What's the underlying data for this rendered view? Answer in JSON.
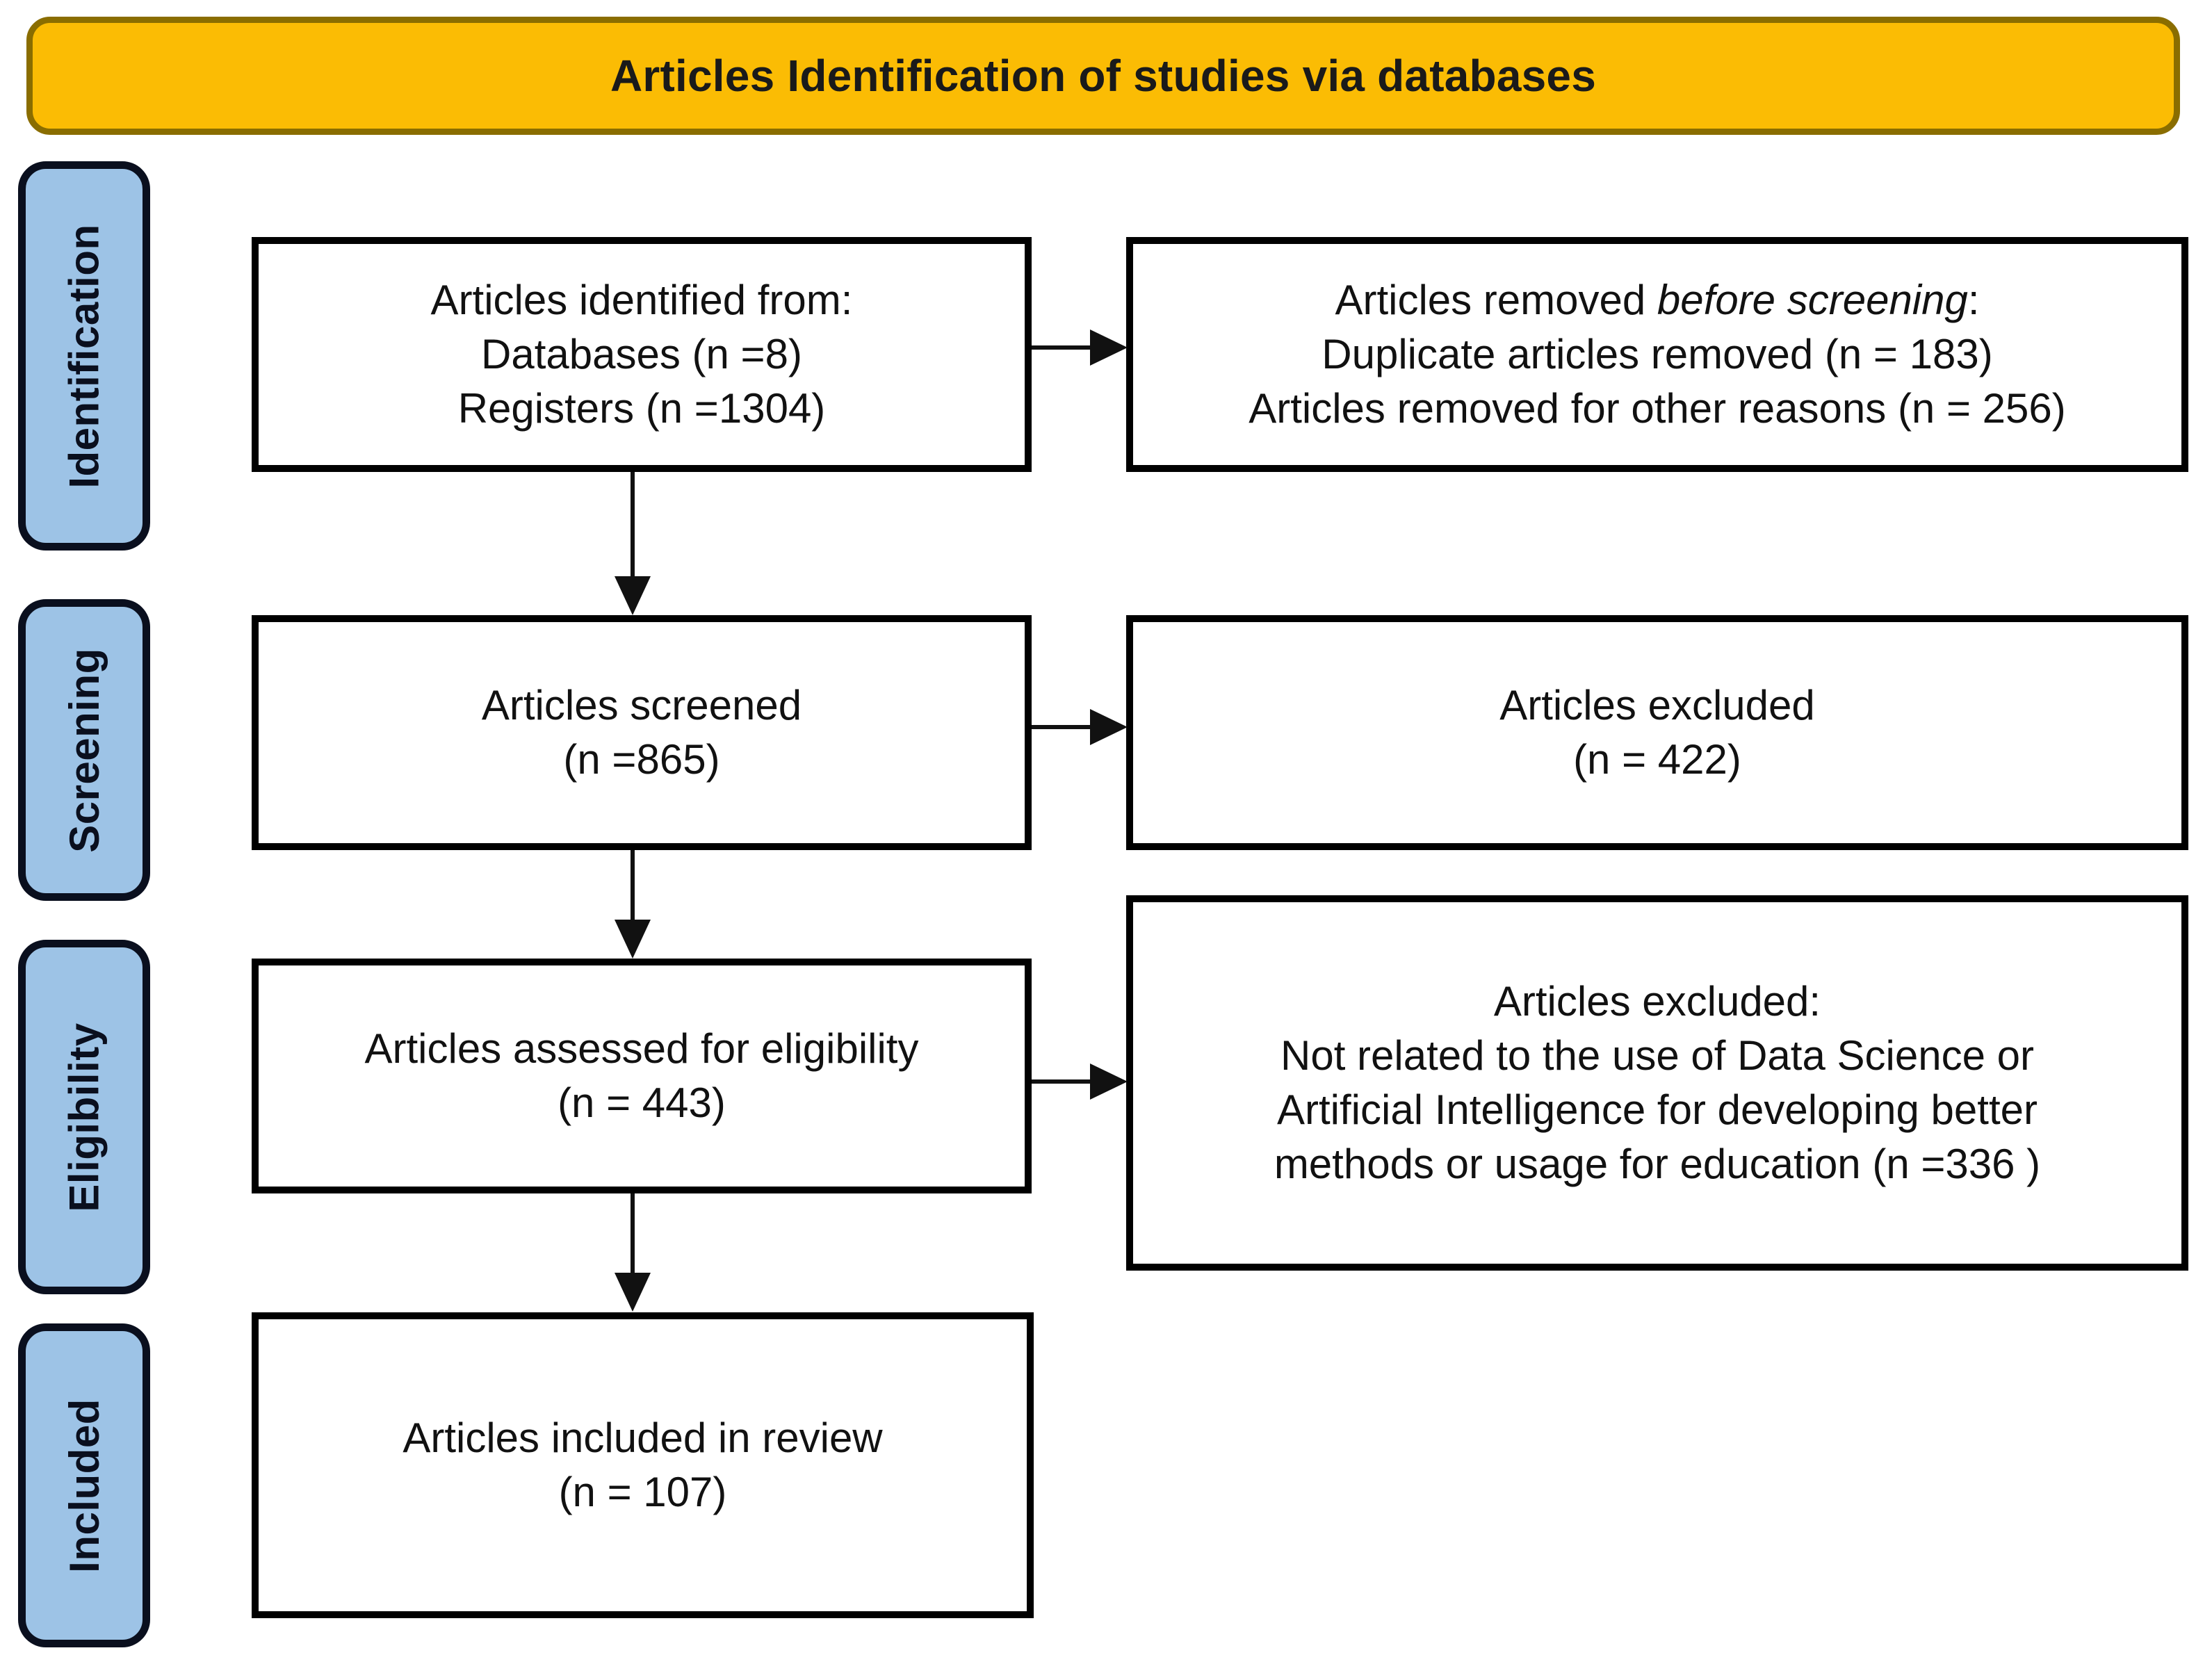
{
  "header": {
    "title": "Articles Identification of studies via databases",
    "fill_color": "#FBBC04",
    "border_color": "#8A6D00"
  },
  "stages": {
    "fill_color": "#9DC3E6",
    "border_color": "#0A0F1E",
    "items": [
      {
        "key": "identification",
        "label": "Identification"
      },
      {
        "key": "screening",
        "label": "Screening"
      },
      {
        "key": "eligibility",
        "label": "Eligibility"
      },
      {
        "key": "included",
        "label": "Included"
      }
    ]
  },
  "boxes": {
    "identified": {
      "lines": [
        "Articles identified from:",
        "Databases (n =8)",
        "Registers (n =1304)"
      ]
    },
    "removed": {
      "line1_prefix": "Articles removed ",
      "line1_italic": "before screening",
      "line1_suffix": ":",
      "line2": "Duplicate articles removed (n = 183)",
      "line3": "Articles removed for other reasons (n = 256)"
    },
    "screened": {
      "lines": [
        "Articles screened",
        "(n =865)"
      ]
    },
    "excluded_screening": {
      "lines": [
        "Articles excluded",
        "(n = 422)"
      ]
    },
    "assessed": {
      "lines": [
        "Articles assessed for eligibility",
        "(n = 443)"
      ]
    },
    "excluded_eligibility": {
      "lines": [
        "Articles excluded:",
        "Not related to the use of Data Science or",
        "Artificial Intelligence for developing better",
        "methods or usage for education (n =336 )"
      ]
    },
    "included": {
      "lines": [
        "Articles included in review",
        "(n = 107)"
      ]
    }
  },
  "counts": {
    "databases": 8,
    "registers": 1304,
    "duplicates_removed": 183,
    "other_reasons_removed": 256,
    "screened": 865,
    "excluded_screening": 422,
    "assessed_for_eligibility": 443,
    "excluded_eligibility": 336,
    "included_in_review": 107
  },
  "arrows": [
    {
      "name": "identified-to-screened",
      "direction": "down"
    },
    {
      "name": "screened-to-assessed",
      "direction": "down"
    },
    {
      "name": "assessed-to-included",
      "direction": "down"
    },
    {
      "name": "identified-to-removed",
      "direction": "right"
    },
    {
      "name": "screened-to-excluded",
      "direction": "right"
    },
    {
      "name": "assessed-to-excluded",
      "direction": "right"
    }
  ]
}
